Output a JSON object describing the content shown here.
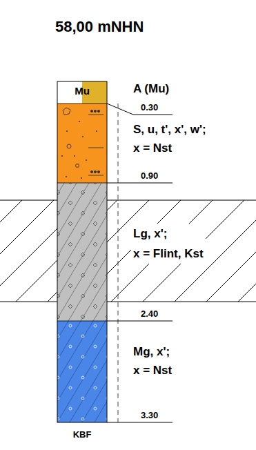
{
  "diagram": {
    "title": "58,00 mNHN",
    "labels": [
      "Mu",
      "A (Mu)",
      "0.30",
      "S, u, t', x', w'; x = Nst",
      "0.90",
      "Lg, x'; x = Flint, Kst",
      "2.40",
      "Mg, x'; x = Nst",
      "3.30",
      "KBF"
    ]
  }
}
